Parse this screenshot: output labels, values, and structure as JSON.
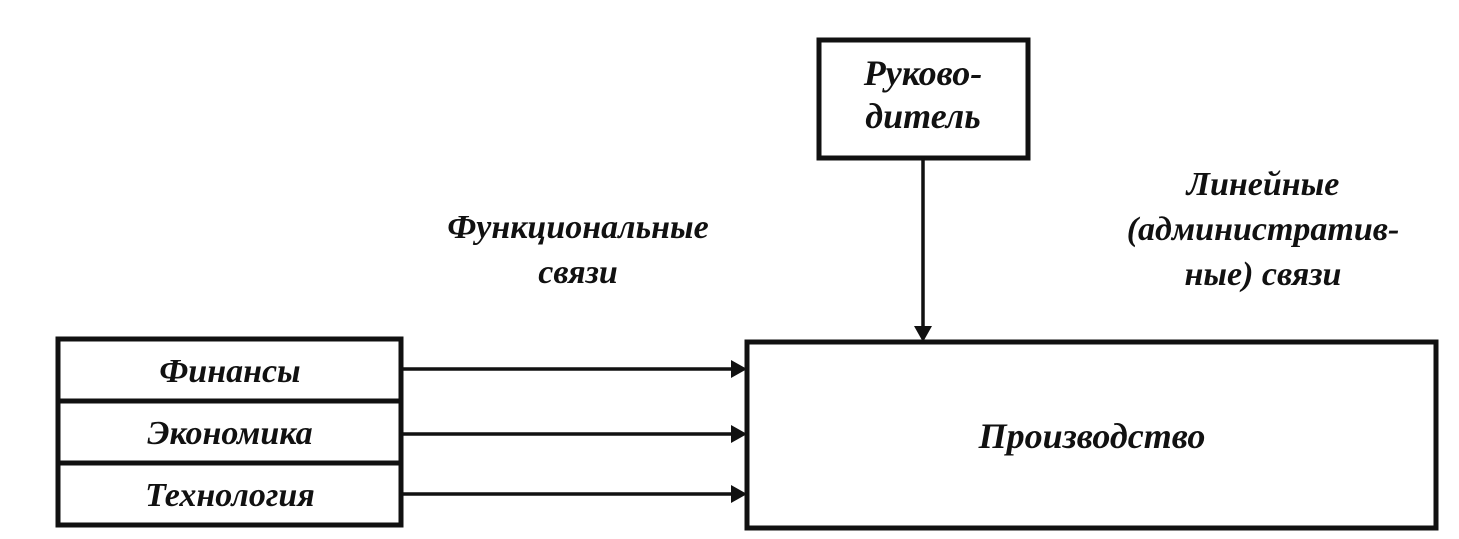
{
  "nodes": {
    "manager": {
      "lines": [
        "Руково-",
        "дитель"
      ]
    },
    "finance": {
      "label": "Финансы"
    },
    "economics": {
      "label": "Экономика"
    },
    "technology": {
      "label": "Технология"
    },
    "production": {
      "label": "Производство"
    }
  },
  "labels": {
    "functional_links": [
      "Функциональные",
      "связи"
    ],
    "linear_links": [
      "Линейные",
      "(административ-",
      "ные) связи"
    ]
  },
  "colors": {
    "ink": "#111111",
    "background": "#ffffff"
  }
}
